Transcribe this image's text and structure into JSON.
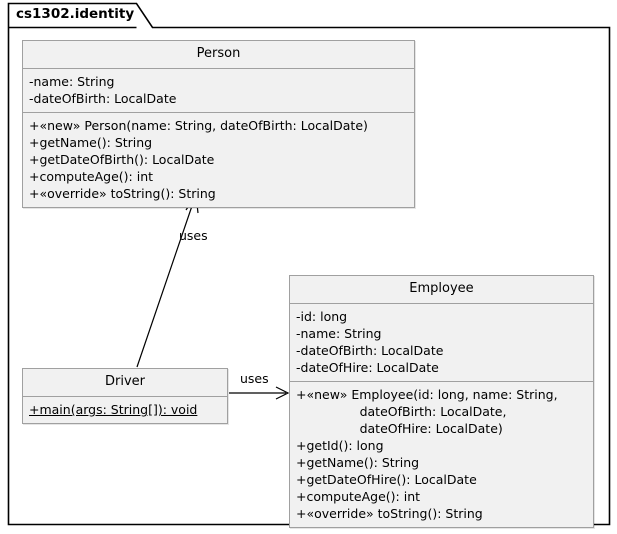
{
  "package": {
    "name": "cs1302.identity"
  },
  "classes": [
    {
      "id": "person",
      "title": "Person",
      "attributes": [
        "-name: String",
        "-dateOfBirth: LocalDate"
      ],
      "operations": [
        "+«new» Person(name: String, dateOfBirth: LocalDate)",
        "+getName(): String",
        "+getDateOfBirth(): LocalDate",
        "+computeAge(): int",
        "+«override» toString(): String"
      ]
    },
    {
      "id": "employee",
      "title": "Employee",
      "attributes": [
        "-id: long",
        "-name: String",
        "-dateOfBirth: LocalDate",
        "-dateOfHire: LocalDate"
      ],
      "operations": [
        "+«new» Employee(id: long, name: String,",
        "                dateOfBirth: LocalDate,",
        "                dateOfHire: LocalDate)",
        "+getId(): long",
        "+getName(): String",
        "+getDateOfHire(): LocalDate",
        "+computeAge(): int",
        "+«override» toString(): String"
      ]
    },
    {
      "id": "driver",
      "title": "Driver",
      "operations": [
        "+main(args: String[]): void"
      ]
    }
  ],
  "relationships": [
    {
      "id": "driver-uses-person",
      "label": "uses",
      "from": "Driver",
      "to": "Person"
    },
    {
      "id": "driver-uses-employee",
      "label": "uses",
      "from": "Driver",
      "to": "Employee"
    }
  ],
  "colors": {
    "class_fill": "#F1F1F1",
    "class_border": "#A0A0A0",
    "frame_border": "#000000",
    "text": "#000000"
  }
}
